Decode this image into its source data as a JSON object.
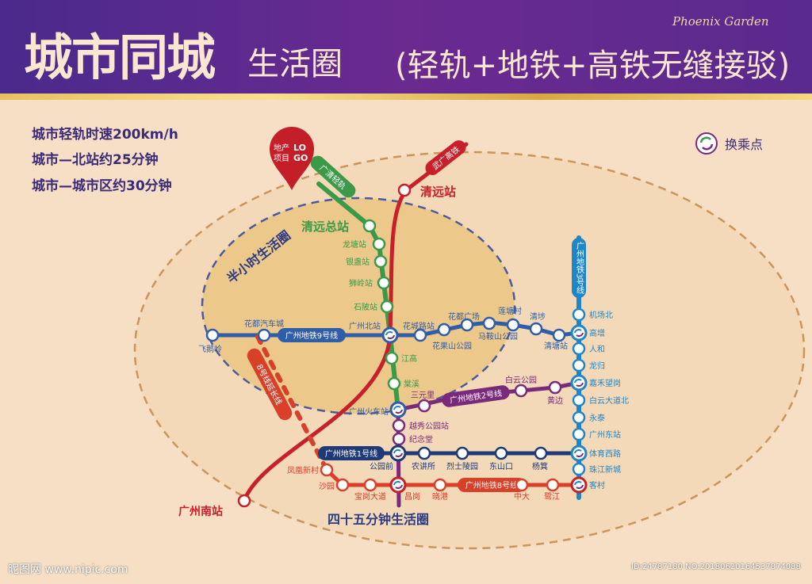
{
  "header": {
    "title": "城市同城",
    "subtitle": "生活圈",
    "tagline": "(轻轨+地铁+高铁无缝接驳)",
    "brand": "Phoenix Garden"
  },
  "info": [
    "城市轻轨时速200km/h",
    "城市—北站约25分钟",
    "城市—城市区约30分钟"
  ],
  "legend": {
    "label": "换乘点",
    "icon": "transfer-icon"
  },
  "marker": {
    "line1": "地产",
    "line2": "项目",
    "logo1": "LO",
    "logo2": "GO"
  },
  "zones": {
    "half_hour": "半小时生活圈",
    "forty_five": "四十五分钟生活圈"
  },
  "colors": {
    "green": "#3a9a48",
    "red": "#c8202a",
    "blue9": "#2f5da8",
    "purple2": "#7a2a7a",
    "navy1": "#1e3a78",
    "red8": "#d8402a",
    "blue3": "#1f86c8"
  },
  "lines": {
    "guangqing": {
      "label": "广清轻轨",
      "stations": [
        "清远总站",
        "龙塘站",
        "银盏站",
        "狮岭站",
        "石陂站",
        "广州北站",
        "江高",
        "棠溪",
        "广州火车站"
      ]
    },
    "wuguang": {
      "label": "武广高铁",
      "stations": [
        "清远站",
        "广州南站"
      ]
    },
    "line9": {
      "label": "广州地铁9号线",
      "stations": [
        "飞鹅岭",
        "花都汽车城",
        "广州北站",
        "花城路站",
        "花果山公园",
        "花都广场",
        "马鞍山公园",
        "莲塘村",
        "清埗",
        "清塘站",
        "高增"
      ]
    },
    "line2": {
      "label": "广州地铁2号线",
      "stations": [
        "广州火车站",
        "三元里",
        "白云公园",
        "黄边",
        "嘉禾望岗",
        "越秀公园站",
        "纪念堂",
        "公园前",
        "昌岗"
      ]
    },
    "line1": {
      "label": "广州地铁1号线",
      "stations": [
        "公园前",
        "农讲所",
        "烈士陵园",
        "东山口",
        "杨箕",
        "体育西路"
      ]
    },
    "line8": {
      "label": "广州地铁8号线",
      "stations": [
        "凤凰新村",
        "沙园",
        "宝岗大道",
        "昌岗",
        "晓港",
        "中大",
        "鹭江",
        "客村"
      ]
    },
    "line8ext": {
      "label": "8号线延长线"
    },
    "line3": {
      "label": "广州地铁3号线",
      "stations": [
        "机场北",
        "高增",
        "人和",
        "龙归",
        "嘉禾望岗",
        "白云大道北",
        "永泰",
        "广州东站",
        "体育西路",
        "珠江新城",
        "客村"
      ]
    }
  },
  "watermark": {
    "left": "昵图网 www.nipic.com",
    "right": "ID:24787180 NO:20180620164537874088"
  }
}
